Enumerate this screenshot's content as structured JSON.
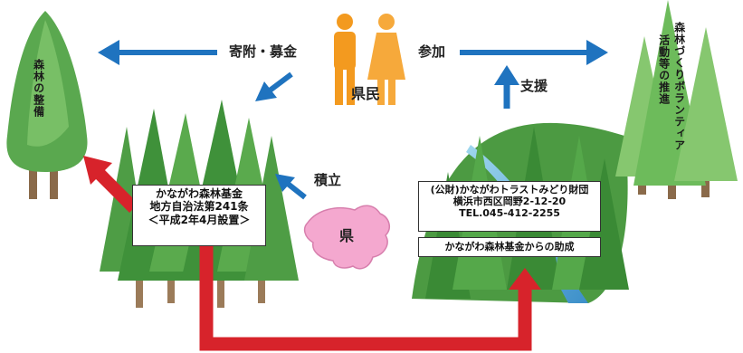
{
  "flows": {
    "donation": "寄附・募金",
    "participation": "参加",
    "support": "支援",
    "accumulate": "積立"
  },
  "actors": {
    "citizens": "県民",
    "prefecture": "県"
  },
  "forest_maintenance": "森林の整備",
  "volunteer": [
    "森林づくりボランティア",
    "活動等の推進"
  ],
  "fund": {
    "name": "かながわ森林基金",
    "law": "地方自治法第241条",
    "established": "＜平成2年4月設置＞"
  },
  "trust": {
    "name": "(公財)かながわトラストみどり財団",
    "address": "横浜市西区岡野2-12-20",
    "tel": "TEL.045-412-2255"
  },
  "grant": "かながわ森林基金からの助成",
  "colors": {
    "blue_arrow": "#1f73bf",
    "red_arrow": "#d7232b",
    "tree_dark": "#3f9a3d",
    "tree_light": "#7ec46a",
    "person_orange": "#f39a1f",
    "prefecture_pink": "#f4a8cf"
  }
}
